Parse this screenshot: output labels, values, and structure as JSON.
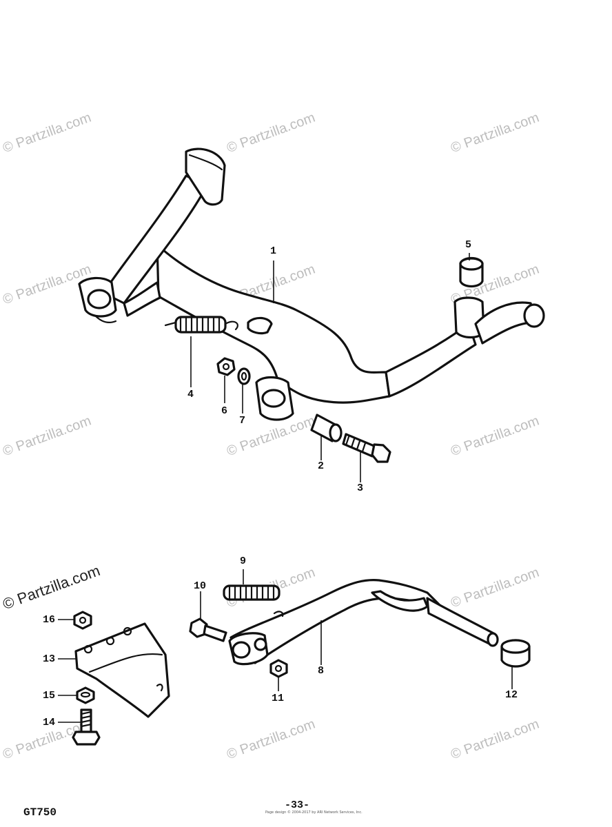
{
  "watermark": "© Partzilla.com",
  "watermark_emphasis": "© Partzilla.com",
  "footer": {
    "model": "GT750",
    "page": "-33-",
    "credit": "Page design © 2004-2017 by ARI Network Services, Inc."
  },
  "callouts": {
    "c1": "1",
    "c2": "2",
    "c3": "3",
    "c4": "4",
    "c5": "5",
    "c6": "6",
    "c7": "7",
    "c8": "8",
    "c9": "9",
    "c10": "10",
    "c11": "11",
    "c12": "12",
    "c13": "13",
    "c14": "14",
    "c15": "15",
    "c16": "16"
  }
}
